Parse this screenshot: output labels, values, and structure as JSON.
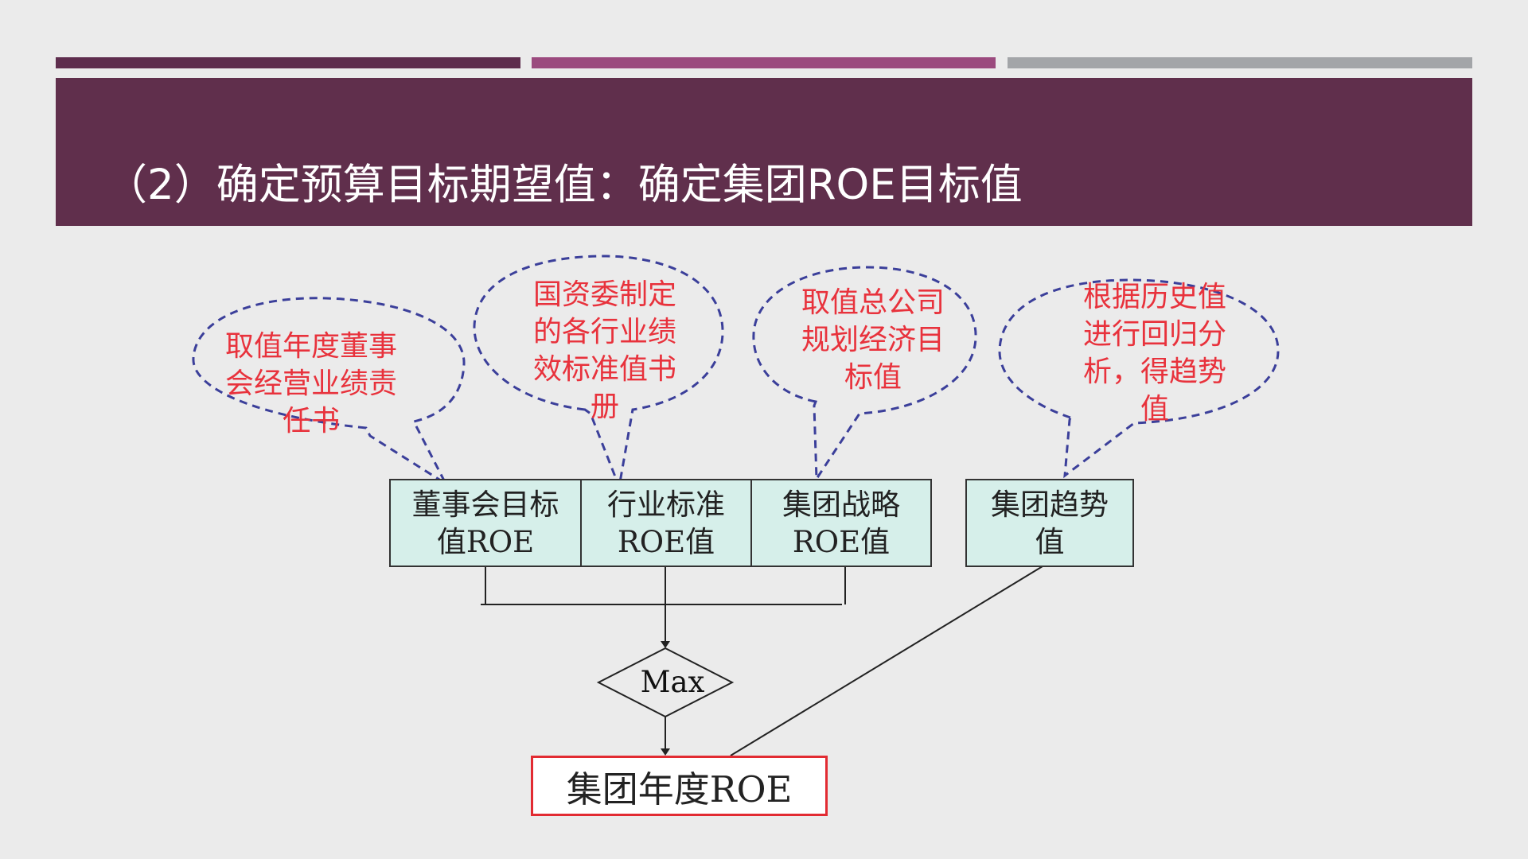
{
  "header": {
    "title": "（2）确定预算目标期望值：确定集团ROE目标值"
  },
  "diagram": {
    "callouts": [
      {
        "lines": [
          "取值年度董事",
          "会经营业绩责",
          "任书"
        ]
      },
      {
        "lines": [
          "国资委制定",
          "的各行业绩",
          "效标准值书",
          "册"
        ]
      },
      {
        "lines": [
          "取值总公司",
          "规划经济目",
          "标值"
        ]
      },
      {
        "lines": [
          "根据历史值",
          "进行回归分",
          "析，得趋势",
          "值"
        ]
      }
    ],
    "boxes": [
      {
        "lines": [
          "董事会目标",
          "值ROE"
        ]
      },
      {
        "lines": [
          "行业标准",
          "ROE值"
        ]
      },
      {
        "lines": [
          "集团战略",
          "ROE值"
        ]
      },
      {
        "lines": [
          "集团趋势",
          "值"
        ]
      }
    ],
    "decision_label": "Max",
    "result_label": "集团年度ROE"
  },
  "colors": {
    "header_band": "#602f4c",
    "callout_text": "#e8323c",
    "callout_outline": "#3b3f9a",
    "box_fill": "#d6efea",
    "result_border": "#e22b32"
  }
}
